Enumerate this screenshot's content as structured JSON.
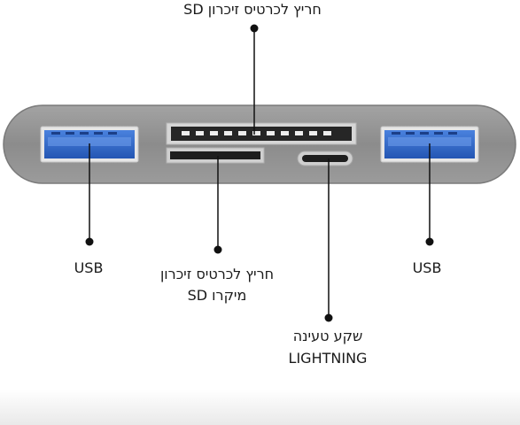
{
  "labels": {
    "sd_card_slot": "חריץ לכרטיס זיכרון SD",
    "usb_left": "USB",
    "micro_sd_slot_line1": "חריץ לכרטיס זיכרון",
    "micro_sd_slot_line2": "מיקרו SD",
    "usb_right": "USB",
    "lightning_port_line1": "שקע טעינה",
    "lightning_port_line2": "LIGHTNING"
  },
  "colors": {
    "body_gray": "#8f8f8f",
    "body_edge": "#7a7a7a",
    "usb_blue": "#2f66c8",
    "usb_blue_dark": "#1f4ea3",
    "metal": "#d9d9d9",
    "leader": "#111111"
  }
}
